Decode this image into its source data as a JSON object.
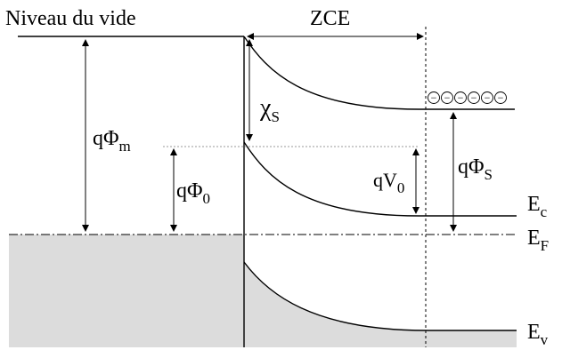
{
  "labels": {
    "vacuum_level": "Niveau du vide",
    "zce": "ZCE",
    "q_phi_m": {
      "main": "qΦ",
      "sub": "m"
    },
    "q_phi_0": {
      "main": "qΦ",
      "sub": "0"
    },
    "chi_s": {
      "main": "χ",
      "sub": "S"
    },
    "q_v0": {
      "main": "qV",
      "sub": "0"
    },
    "q_phi_s": {
      "main": "qΦ",
      "sub": "S"
    },
    "e_c": {
      "main": "E",
      "sub": "c"
    },
    "e_f": {
      "main": "E",
      "sub": "F"
    },
    "e_v": {
      "main": "E",
      "sub": "v"
    }
  },
  "charges": [
    "−",
    "−",
    "−",
    "−",
    "−",
    "−"
  ],
  "colors": {
    "fill": "#dcdcdc",
    "line": "#000000",
    "dotted": "#999999"
  }
}
